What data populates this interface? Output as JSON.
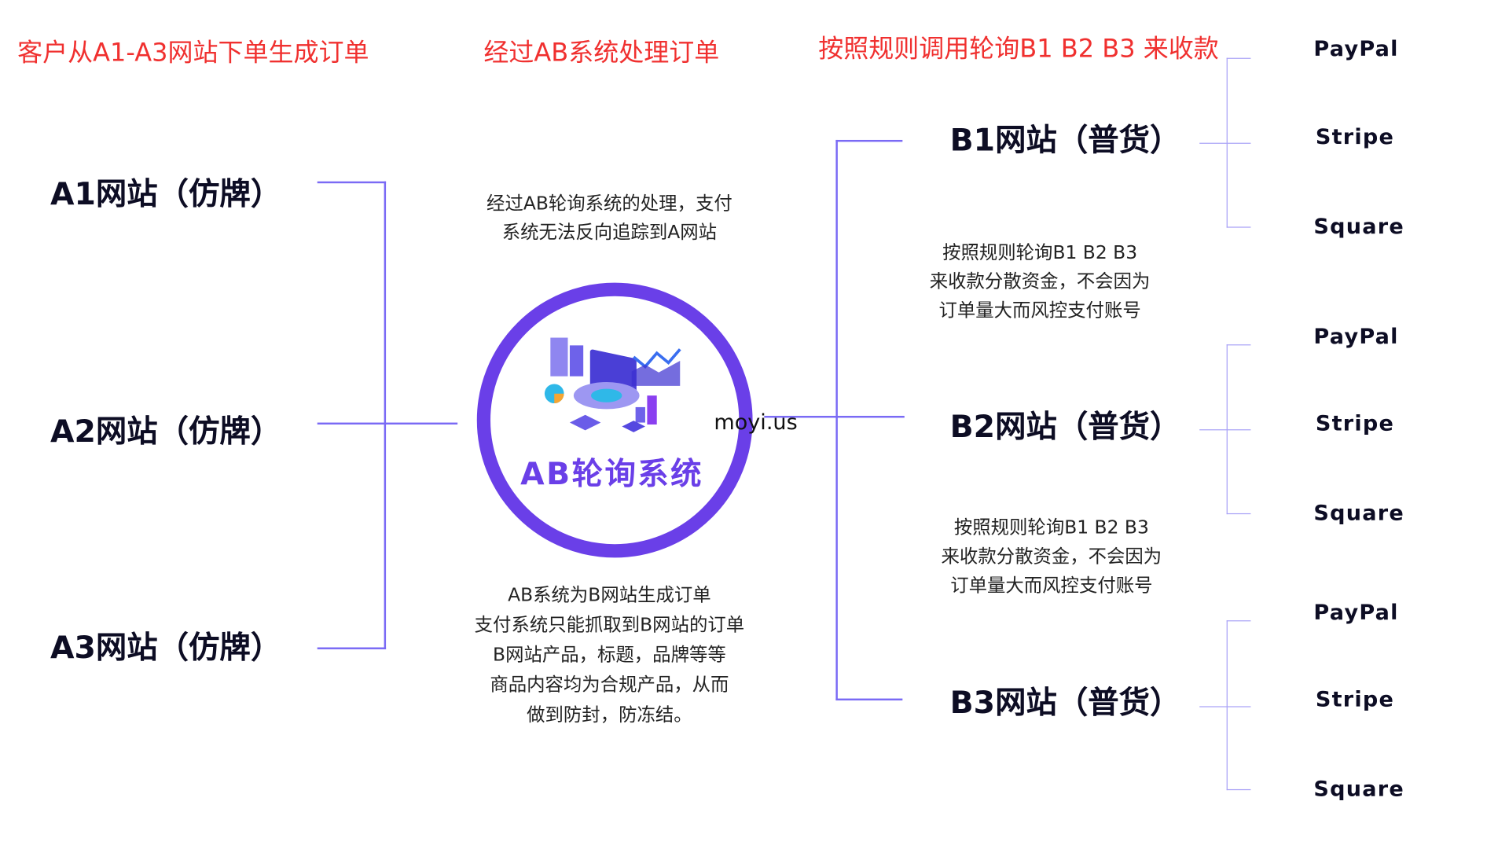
{
  "headings": {
    "left": "客户从A1-A3网站下单生成订单",
    "middle": "经过AB系统处理订单",
    "right": "按照规则调用轮询B1 B2 B3 来收款"
  },
  "a_sites": [
    "A1网站（仿牌）",
    "A2网站（仿牌）",
    "A3网站（仿牌）"
  ],
  "b_sites": [
    "B1网站（普货）",
    "B2网站（普货）",
    "B3网站（普货）"
  ],
  "payments": [
    "PayPal",
    "Stripe",
    "Square"
  ],
  "center": {
    "title": "AB轮询系统",
    "watermark": "moyi.us",
    "note_top": [
      "经过AB轮询系统的处理，支付",
      "系统无法反向追踪到A网站"
    ],
    "note_bottom": [
      "AB系统为B网站生成订单",
      "支付系统只能抓取到B网站的订单",
      "B网站产品，标题，品牌等等",
      "商品内容均为合规产品，从而",
      "做到防封，防冻结。"
    ]
  },
  "b_notes": [
    [
      "按照规则轮询B1 B2 B3",
      "来收款分散资金，不会因为",
      "订单量大而风控支付账号"
    ],
    [
      "按照规则轮询B1 B2 B3",
      "来收款分散资金，不会因为",
      "订单量大而风控支付账号"
    ]
  ],
  "colors": {
    "accent": "#6a3fe8",
    "line": "#7a6af5",
    "heading": "#f0302f"
  }
}
